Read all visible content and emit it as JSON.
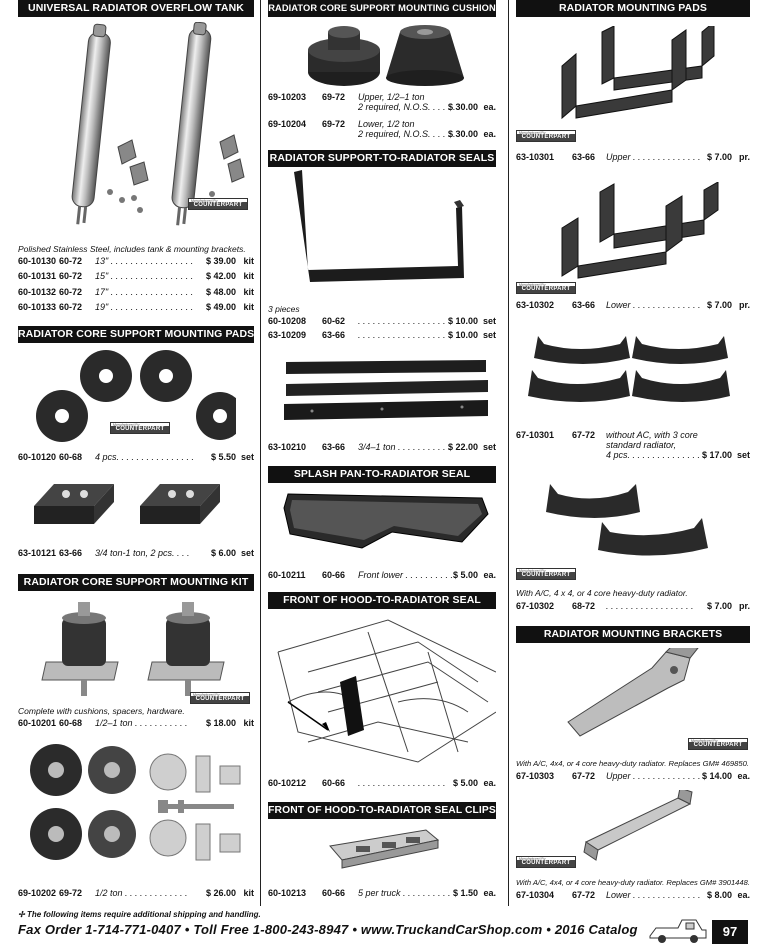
{
  "columns": {
    "col1": {
      "sections": [
        {
          "title": "UNIVERSAL RADIATOR OVERFLOW TANK",
          "note": "Polished Stainless Steel, includes tank & mounting brackets.",
          "rows": [
            {
              "part": "60-10130",
              "years": "60-72",
              "desc": "13\" . . . . . . . . . . . . . . . . .",
              "price": "$ 39.00",
              "unit": "kit"
            },
            {
              "part": "60-10131",
              "years": "60-72",
              "desc": "15\" . . . . . . . . . . . . . . . . .",
              "price": "$ 42.00",
              "unit": "kit"
            },
            {
              "part": "60-10132",
              "years": "60-72",
              "desc": "17\" . . . . . . . . . . . . . . . . .",
              "price": "$ 48.00",
              "unit": "kit"
            },
            {
              "part": "60-10133",
              "years": "60-72",
              "desc": "19\" . . . . . . . . . . . . . . . . .",
              "price": "$ 49.00",
              "unit": "kit"
            }
          ]
        },
        {
          "title": "RADIATOR CORE SUPPORT MOUNTING PADS",
          "rows": [
            {
              "part": "60-10120",
              "years": "60-68",
              "desc": "4 pcs. . . . . . . . . . . . . . . .",
              "price": "$ 5.50",
              "unit": "set"
            },
            {
              "part": "63-10121",
              "years": "63-66",
              "desc": "3/4 ton-1 ton, 2 pcs. . . .",
              "price": "$ 6.00",
              "unit": "set"
            }
          ]
        },
        {
          "title": "RADIATOR CORE SUPPORT MOUNTING KIT",
          "note": "Complete with cushions, spacers, hardware.",
          "rows": [
            {
              "part": "60-10201",
              "years": "60-68",
              "desc": "1/2–1 ton . . . . . . . . . . .",
              "price": "$ 18.00",
              "unit": "kit"
            },
            {
              "part": "69-10202",
              "years": "69-72",
              "desc": "1/2 ton . . . . . . . . . . . . .",
              "price": "$ 26.00",
              "unit": "kit"
            }
          ]
        }
      ]
    },
    "col2": {
      "sections": [
        {
          "title": "RADIATOR CORE SUPPORT MOUNTING CUSHION",
          "rows": [
            {
              "part": "69-10203",
              "years": "69-72",
              "desc": "Upper, 1/2–1 ton",
              "desc2": "2 required, N.O.S. . . . . .",
              "price": "$ 30.00",
              "unit": "ea."
            },
            {
              "part": "69-10204",
              "years": "69-72",
              "desc": "Lower, 1/2 ton",
              "desc2": "2 required, N.O.S. . . . . .",
              "price": "$ 30.00",
              "unit": "ea."
            }
          ]
        },
        {
          "title": "RADIATOR SUPPORT-TO-RADIATOR SEALS",
          "note": "3 pieces",
          "rows": [
            {
              "part": "60-10208",
              "years": "60-62",
              "desc": ". . . . . . . . . . . . . . . . . .",
              "price": "$ 10.00",
              "unit": "set"
            },
            {
              "part": "63-10209",
              "years": "63-66",
              "desc": ". . . . . . . . . . . . . . . . . .",
              "price": "$ 10.00",
              "unit": "set"
            },
            {
              "part": "63-10210",
              "years": "63-66",
              "desc": "3/4–1 ton . . . . . . . . . . .",
              "price": "$ 22.00",
              "unit": "set"
            }
          ]
        },
        {
          "title": "SPLASH PAN-TO-RADIATOR SEAL",
          "rows": [
            {
              "part": "60-10211",
              "years": "60-66",
              "desc": "Front lower . . . . . . . . . .",
              "price": "$ 5.00",
              "unit": "ea."
            }
          ]
        },
        {
          "title": "FRONT OF HOOD-TO-RADIATOR SEAL",
          "rows": [
            {
              "part": "60-10212",
              "years": "60-66",
              "desc": ". . . . . . . . . . . . . . . . . .",
              "price": "$ 5.00",
              "unit": "ea."
            }
          ]
        },
        {
          "title": "FRONT OF HOOD-TO-RADIATOR SEAL CLIPS",
          "rows": [
            {
              "part": "60-10213",
              "years": "60-66",
              "desc": "5 per truck . . . . . . . . . .",
              "price": "$ 1.50",
              "unit": "ea."
            }
          ]
        }
      ]
    },
    "col3": {
      "sections": [
        {
          "title": "RADIATOR MOUNTING PADS",
          "rows": [
            {
              "part": "63-10301",
              "years": "63-66",
              "desc": "Upper . . . . . . . . . . . . . .",
              "price": "$ 7.00",
              "unit": "pr."
            },
            {
              "part": "63-10302",
              "years": "63-66",
              "desc": "Lower . . . . . . . . . . . . . .",
              "price": "$ 7.00",
              "unit": "pr."
            },
            {
              "part": "67-10301",
              "years": "67-72",
              "desc": "without AC, with 3 core",
              "desc2": "standard radiator,",
              "desc3": "4 pcs. . . . . . . . . . . . . . .",
              "price": "$ 17.00",
              "unit": "set"
            },
            {
              "part": "67-10302",
              "years": "68-72",
              "desc": ". . . . . . . . . . . . . . . . . .",
              "price": "$ 7.00",
              "unit": "pr."
            }
          ],
          "note": "With A/C, 4 x 4, or 4 core heavy-duty radiator."
        },
        {
          "title": "RADIATOR MOUNTING BRACKETS",
          "note1": "With A/C, 4x4, or 4 core heavy-duty radiator.  Replaces GM# 469850.",
          "note2": "With A/C, 4x4, or 4 core heavy-duty radiator.  Replaces GM# 3901448.",
          "rows": [
            {
              "part": "67-10303",
              "years": "67-72",
              "desc": "Upper . . . . . . . . . . . . . .",
              "price": "$ 14.00",
              "unit": "ea."
            },
            {
              "part": "67-10304",
              "years": "67-72",
              "desc": "Lower . . . . . . . . . . . . . .",
              "price": "$ 8.00",
              "unit": "ea."
            }
          ]
        }
      ]
    }
  },
  "counterpart_badge": {
    "small": "Manufactured By",
    "label": "COUNTERPART"
  },
  "footer": {
    "note": "✢  The following items require additional shipping and handling.",
    "contact": "Fax Order  1-714-771-0407  •  Toll Free  1-800-243-8947  •  www.TruckandCarShop.com  •  2016 Catalog",
    "page": "97"
  }
}
